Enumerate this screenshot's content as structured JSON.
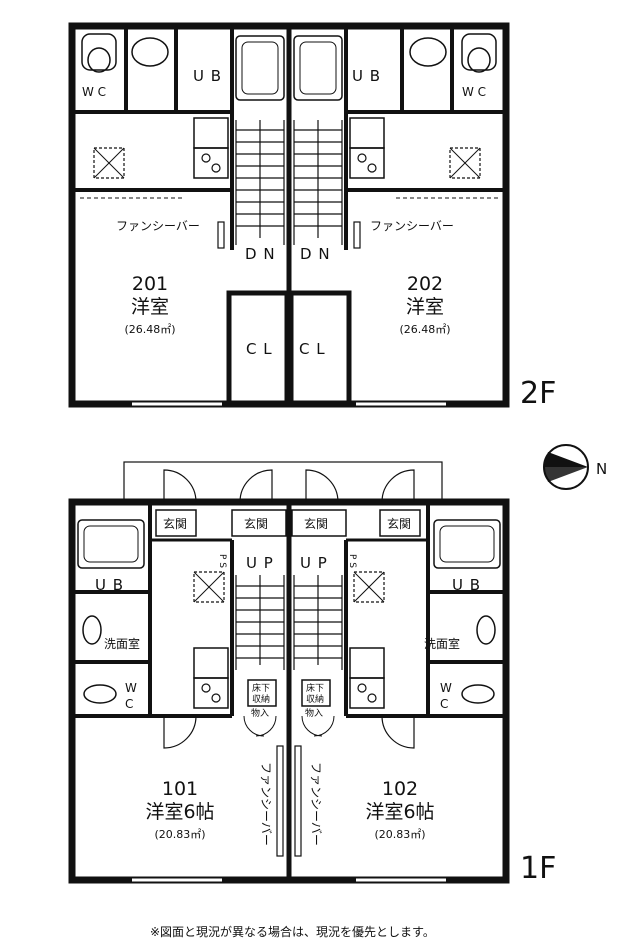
{
  "floor2": {
    "label": "2F",
    "unit201": {
      "number": "201",
      "room": "洋室",
      "area": "(26.48㎡)"
    },
    "unit202": {
      "number": "202",
      "room": "洋室",
      "area": "(26.48㎡)"
    },
    "wc": "W C",
    "ub": "U B",
    "fancy_bar_left": "ファンシーバー",
    "fancy_bar_right": "ファンシーバー",
    "dn": "D N",
    "cl": "C L"
  },
  "floor1": {
    "label": "1F",
    "unit101": {
      "number": "101",
      "room": "洋室6帖",
      "area": "(20.83㎡)"
    },
    "unit102": {
      "number": "102",
      "room": "洋室6帖",
      "area": "(20.83㎡)"
    },
    "genkan": "玄関",
    "ub": "U B",
    "up": "U P",
    "ps": "P S",
    "senmen": "洗面室",
    "wc_w": "W",
    "wc_c": "C",
    "underfloor_1": "床下",
    "underfloor_2": "収納",
    "storage": "物入",
    "fancy_bar": "ファンシーバー"
  },
  "compass": {
    "label": "N"
  },
  "note": "※図面と現況が異なる場合は、現況を優先とします。"
}
